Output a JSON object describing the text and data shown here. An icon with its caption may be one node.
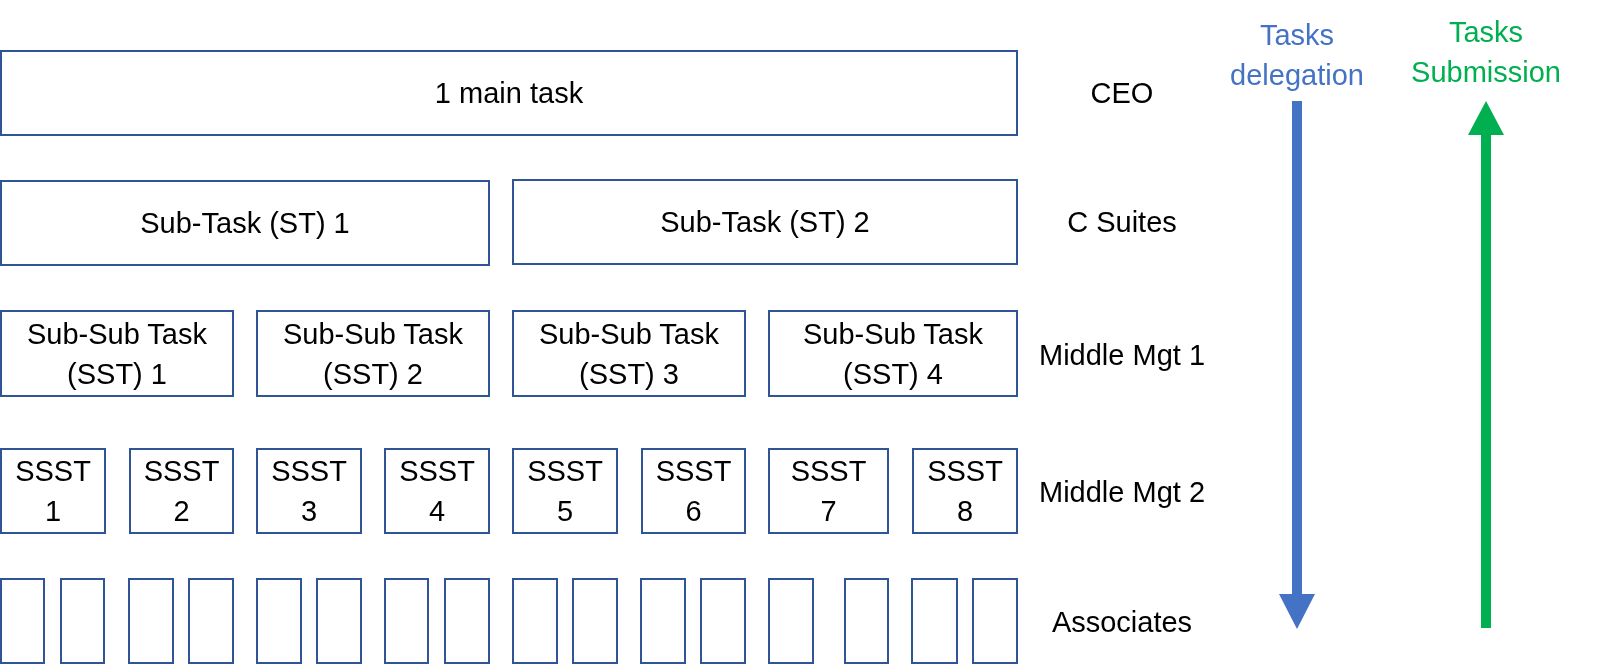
{
  "diagram": {
    "nodes": [
      {
        "text": [
          "1 main task"
        ]
      },
      {
        "text": [
          "Sub-Task (ST) 1"
        ]
      },
      {
        "text": [
          "Sub-Task (ST) 2"
        ]
      },
      {
        "text": [
          "Sub-Sub Task (SST) 1"
        ]
      },
      {
        "text": [
          "Sub-Sub Task (SST) 2"
        ]
      },
      {
        "text": [
          "Sub-Sub Task (SST) 3"
        ]
      },
      {
        "text": [
          "Sub-Sub Task (SST) 4"
        ]
      },
      {
        "text": [
          "SSST 1"
        ]
      },
      {
        "text": [
          "SSST 2"
        ]
      },
      {
        "text": [
          "SSST 3"
        ]
      },
      {
        "text": [
          "SSST 4"
        ]
      },
      {
        "text": [
          "SSST 5"
        ]
      },
      {
        "text": [
          "SSST 6"
        ]
      },
      {
        "text": [
          "SSST 7"
        ]
      },
      {
        "text": [
          "SSST 8"
        ]
      },
      {
        "text": [],
        "shape": "box"
      },
      {
        "text": [],
        "shape": "box"
      },
      {
        "text": [],
        "shape": "box"
      },
      {
        "text": [],
        "shape": "box"
      },
      {
        "text": [],
        "shape": "box"
      },
      {
        "text": [],
        "shape": "box"
      },
      {
        "text": [],
        "shape": "box"
      },
      {
        "text": [],
        "shape": "box"
      },
      {
        "text": [],
        "shape": "box"
      },
      {
        "text": [],
        "shape": "box"
      },
      {
        "text": [],
        "shape": "box"
      },
      {
        "text": [],
        "shape": "box"
      },
      {
        "text": [],
        "shape": "box"
      },
      {
        "text": [],
        "shape": "box"
      },
      {
        "text": [],
        "shape": "box"
      },
      {
        "text": [],
        "shape": "box"
      }
    ],
    "edges": [],
    "labels": [
      "Tasks delegation",
      "Tasks Submission",
      "CEO",
      "C Suites",
      "Middle Mgt 1",
      "Middle Mgt 2",
      "Associates"
    ]
  }
}
